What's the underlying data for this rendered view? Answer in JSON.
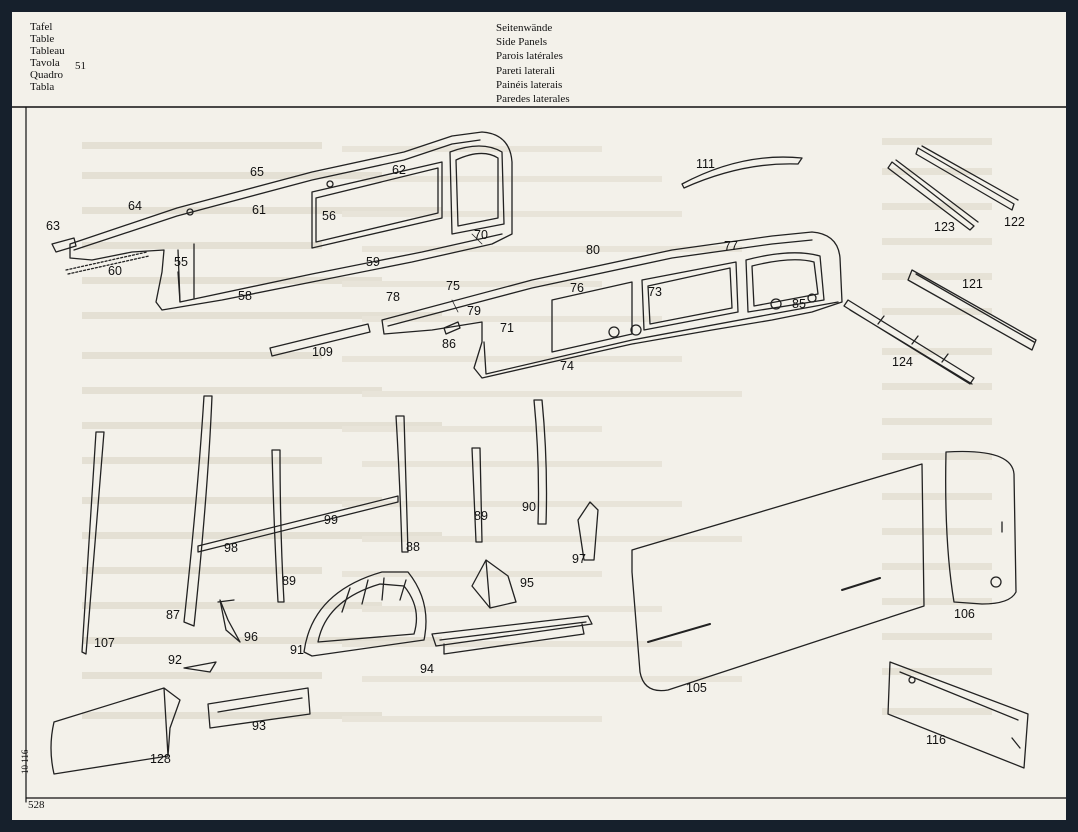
{
  "header": {
    "tabel_labels": [
      "Tafel",
      "Table",
      "Tableau",
      "Tavola",
      "Quadro",
      "Tabla"
    ],
    "tabel_number": "51",
    "title_lines": [
      "Seitenwände",
      "Side Panels",
      "Parois latérales",
      "Pareti laterali",
      "Painéis laterais",
      "Paredes laterales"
    ]
  },
  "footer": {
    "page_number": "528",
    "side_code": "10 116"
  },
  "part_labels": [
    {
      "id": "111",
      "text": "111"
    },
    {
      "id": "122",
      "text": "122"
    },
    {
      "id": "123",
      "text": "123"
    },
    {
      "id": "121",
      "text": "121"
    },
    {
      "id": "124",
      "text": "124"
    },
    {
      "id": "65",
      "text": "65"
    },
    {
      "id": "62",
      "text": "62"
    },
    {
      "id": "64",
      "text": "64"
    },
    {
      "id": "61",
      "text": "61"
    },
    {
      "id": "56",
      "text": "56"
    },
    {
      "id": "63",
      "text": "63"
    },
    {
      "id": "70",
      "text": "70"
    },
    {
      "id": "80",
      "text": "80"
    },
    {
      "id": "77",
      "text": "77"
    },
    {
      "id": "55",
      "text": "55"
    },
    {
      "id": "59",
      "text": "59"
    },
    {
      "id": "60",
      "text": "60"
    },
    {
      "id": "58",
      "text": "58"
    },
    {
      "id": "78",
      "text": "78"
    },
    {
      "id": "75",
      "text": "75"
    },
    {
      "id": "76",
      "text": "76"
    },
    {
      "id": "73",
      "text": "73"
    },
    {
      "id": "85",
      "text": "85"
    },
    {
      "id": "79",
      "text": "79"
    },
    {
      "id": "71",
      "text": "71"
    },
    {
      "id": "86",
      "text": "86"
    },
    {
      "id": "109",
      "text": "109"
    },
    {
      "id": "74",
      "text": "74"
    },
    {
      "id": "99",
      "text": "99"
    },
    {
      "id": "89a",
      "text": "89"
    },
    {
      "id": "90",
      "text": "90"
    },
    {
      "id": "98",
      "text": "98"
    },
    {
      "id": "88",
      "text": "88"
    },
    {
      "id": "97",
      "text": "97"
    },
    {
      "id": "89b",
      "text": "89"
    },
    {
      "id": "95",
      "text": "95"
    },
    {
      "id": "87",
      "text": "87"
    },
    {
      "id": "96",
      "text": "96"
    },
    {
      "id": "107",
      "text": "107"
    },
    {
      "id": "91",
      "text": "91"
    },
    {
      "id": "92",
      "text": "92"
    },
    {
      "id": "94",
      "text": "94"
    },
    {
      "id": "106",
      "text": "106"
    },
    {
      "id": "105",
      "text": "105"
    },
    {
      "id": "93",
      "text": "93"
    },
    {
      "id": "116",
      "text": "116"
    },
    {
      "id": "128",
      "text": "128"
    }
  ]
}
